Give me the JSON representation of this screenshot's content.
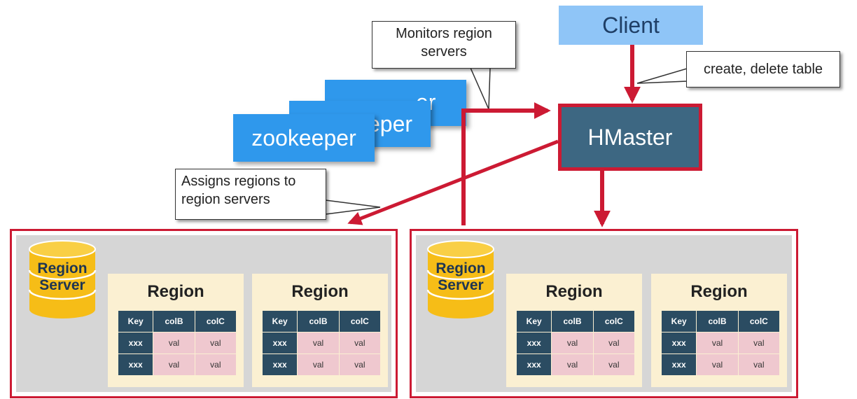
{
  "client": {
    "label": "Client"
  },
  "callouts": {
    "monitor": "Monitors region servers",
    "create": "create, delete table",
    "assign": "Assigns regions to region servers"
  },
  "zookeeper": {
    "label": "zookeeper",
    "back_fragment": "er",
    "mid_fragment": "eper"
  },
  "hmaster": {
    "label": "HMaster"
  },
  "region_servers": [
    {
      "label": "Region Server",
      "regions": [
        {
          "title": "Region",
          "headers": [
            "Key",
            "colB",
            "colC"
          ],
          "rows": [
            [
              "xxx",
              "val",
              "val"
            ],
            [
              "xxx",
              "val",
              "val"
            ]
          ]
        },
        {
          "title": "Region",
          "headers": [
            "Key",
            "colB",
            "colC"
          ],
          "rows": [
            [
              "xxx",
              "val",
              "val"
            ],
            [
              "xxx",
              "val",
              "val"
            ]
          ]
        }
      ]
    },
    {
      "label": "Region Server",
      "regions": [
        {
          "title": "Region",
          "headers": [
            "Key",
            "colB",
            "colC"
          ],
          "rows": [
            [
              "xxx",
              "val",
              "val"
            ],
            [
              "xxx",
              "val",
              "val"
            ]
          ]
        },
        {
          "title": "Region",
          "headers": [
            "Key",
            "colB",
            "colC"
          ],
          "rows": [
            [
              "xxx",
              "val",
              "val"
            ],
            [
              "xxx",
              "val",
              "val"
            ]
          ]
        }
      ]
    }
  ],
  "colors": {
    "arrow": "#cc1a33",
    "hmaster": "#3d6782",
    "zookeeper": "#2f98ec",
    "client": "#8fc5f7",
    "region_bg": "#fbf0d2",
    "db": "#f6bd17"
  }
}
